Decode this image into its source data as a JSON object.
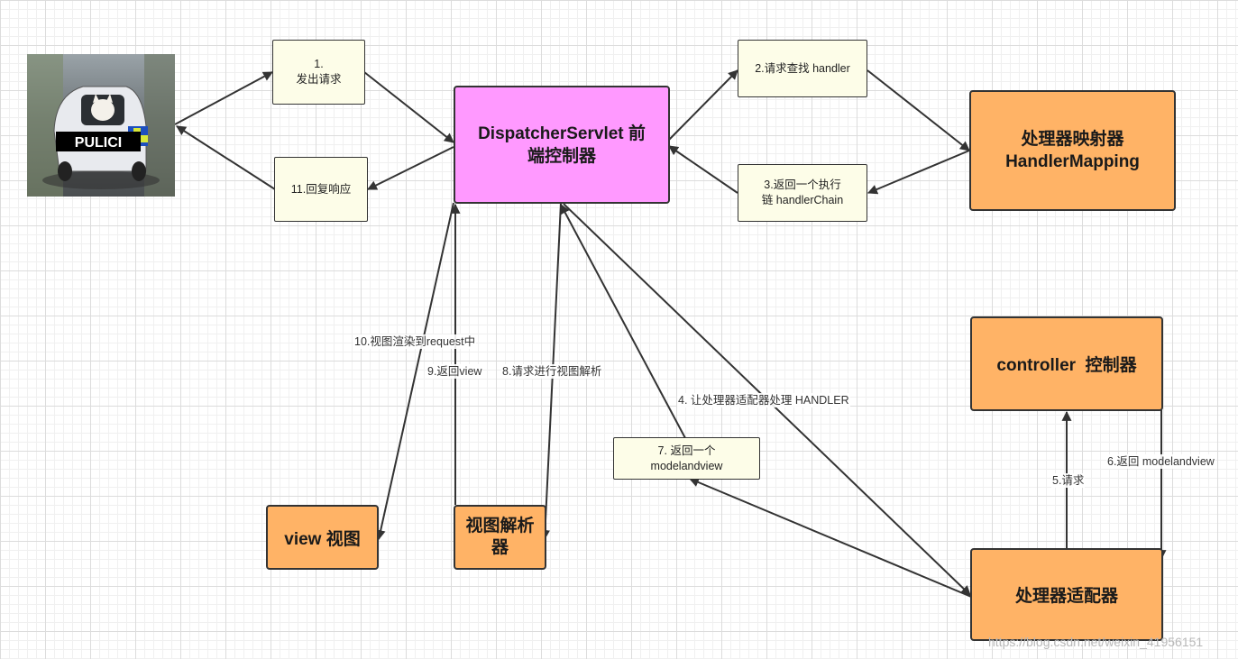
{
  "nodes": {
    "dispatcher": {
      "line1": "DispatcherServlet 前",
      "line2": "端控制器"
    },
    "handler_mapping": {
      "line1": "处理器映射器",
      "line2": "HandlerMapping"
    },
    "controller": {
      "label": "controller  控制器"
    },
    "adapter": {
      "label": "处理器适配器"
    },
    "view": {
      "label": "view 视图"
    },
    "view_resolver": {
      "line1": "视图解析",
      "line2": "器"
    }
  },
  "notes": {
    "send_request": {
      "line1": "1.",
      "line2": "发出请求"
    },
    "reply_response": {
      "label": "11.回复响应"
    },
    "find_handler": {
      "label": "2.请求查找 handler"
    },
    "return_chain": {
      "line1": "3.返回一个执行",
      "line2": "链 handlerChain"
    },
    "return_mav": {
      "line1": "7. 返回一个",
      "line2": "modelandview"
    }
  },
  "edge_labels": {
    "render": "10.视图渲染到request中",
    "return_view": "9.返回view",
    "resolve": "8.请求进行视图解析",
    "adapter_handle": "4. 让处理器适配器处理 HANDLER",
    "request": "5.请求",
    "return_mav": "6.返回 modelandview"
  },
  "photo": {
    "plate": "PULICI"
  },
  "watermark": "https://blog.csdn.net/weixin_41956151",
  "colors": {
    "orange": "#ffb366",
    "pink": "#ff99ff",
    "note": "#fdfde8",
    "line": "#333333"
  }
}
